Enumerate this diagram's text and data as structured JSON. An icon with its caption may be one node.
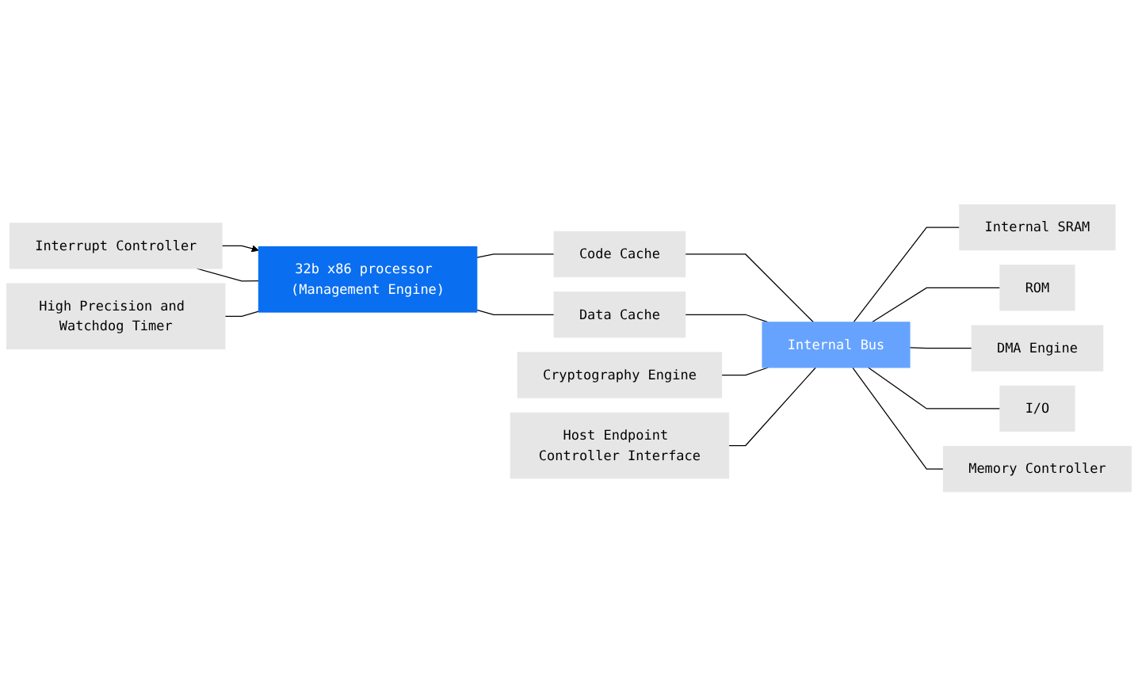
{
  "diagram": {
    "nodes": [
      {
        "text": [
          "32b x86 processor (Management Engine)"
        ]
      },
      {
        "text": [
          "Code Cache"
        ]
      },
      {
        "text": [
          "Data Cache"
        ]
      },
      {
        "text": [
          "Internal Bus"
        ]
      },
      {
        "text": [
          "Internal SRAM"
        ]
      },
      {
        "text": [
          "ROM"
        ]
      },
      {
        "text": [
          "DMA Engine"
        ]
      },
      {
        "text": [
          "I/O"
        ]
      },
      {
        "text": [
          "Memory Controller"
        ]
      },
      {
        "text": [
          "Interrupt Controller"
        ]
      },
      {
        "text": [
          "Cryptography Engine"
        ]
      },
      {
        "text": [
          "High Precision and Watchdog Timer"
        ]
      },
      {
        "text": [
          "Host Endpoint Controller Interface"
        ]
      }
    ],
    "edges": [
      {
        "from": 0,
        "to": 1,
        "arrow": "none"
      },
      {
        "from": 1,
        "to": 3,
        "arrow": "none"
      },
      {
        "from": 0,
        "to": 2,
        "arrow": "none"
      },
      {
        "from": 2,
        "to": 3,
        "arrow": "none"
      },
      {
        "from": 9,
        "to": 0,
        "arrow": "to"
      },
      {
        "from": 9,
        "to": 0,
        "arrow": "none"
      },
      {
        "from": 11,
        "to": 0,
        "arrow": "none"
      },
      {
        "from": 10,
        "to": 3,
        "arrow": "none"
      },
      {
        "from": 12,
        "to": 3,
        "arrow": "none"
      },
      {
        "from": 3,
        "to": 4,
        "arrow": "none"
      },
      {
        "from": 3,
        "to": 5,
        "arrow": "none"
      },
      {
        "from": 3,
        "to": 6,
        "arrow": "none"
      },
      {
        "from": 3,
        "to": 7,
        "arrow": "none"
      },
      {
        "from": 3,
        "to": 8,
        "arrow": "none"
      }
    ]
  }
}
